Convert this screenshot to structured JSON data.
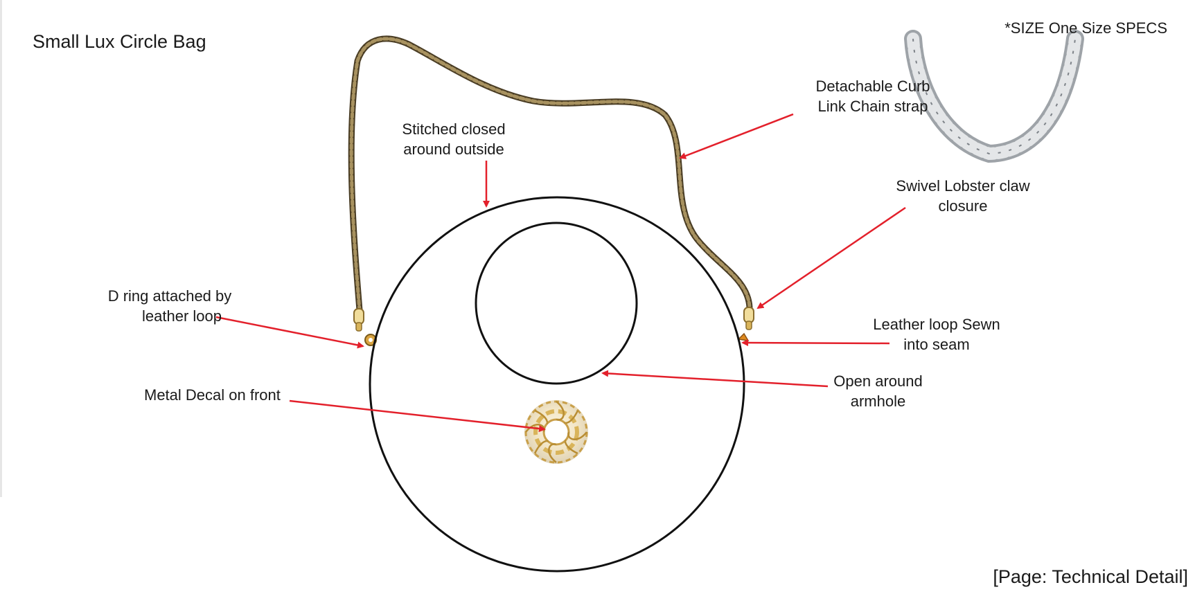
{
  "title": "Small Lux Circle Bag",
  "size_spec": "*SIZE One Size SPECS",
  "page_tag": "[Page: Technical Detail]",
  "callouts": {
    "chain_strap": [
      "Detachable Curb",
      "Link Chain strap"
    ],
    "stitched": [
      "Stitched closed",
      "around outside"
    ],
    "lobster_claw": [
      "Swivel Lobster claw",
      "closure"
    ],
    "d_ring": [
      "D ring attached by",
      "leather loop"
    ],
    "leather_loop": [
      "Leather loop Sewn",
      "into seam"
    ],
    "open_armhole": [
      "Open around",
      "armhole"
    ],
    "metal_decal": [
      "Metal Decal on front"
    ]
  },
  "colors": {
    "outline": "#111111",
    "arrow": "#e3202b",
    "chain_dark": "#4a3d24",
    "chain_light": "#a89260",
    "gold": "#d9b45a",
    "silver": "#c8cbce"
  },
  "icons": [
    "curb-chain-photo-icon",
    "metal-decal-icon",
    "lobster-claw-icon",
    "d-ring-icon"
  ]
}
